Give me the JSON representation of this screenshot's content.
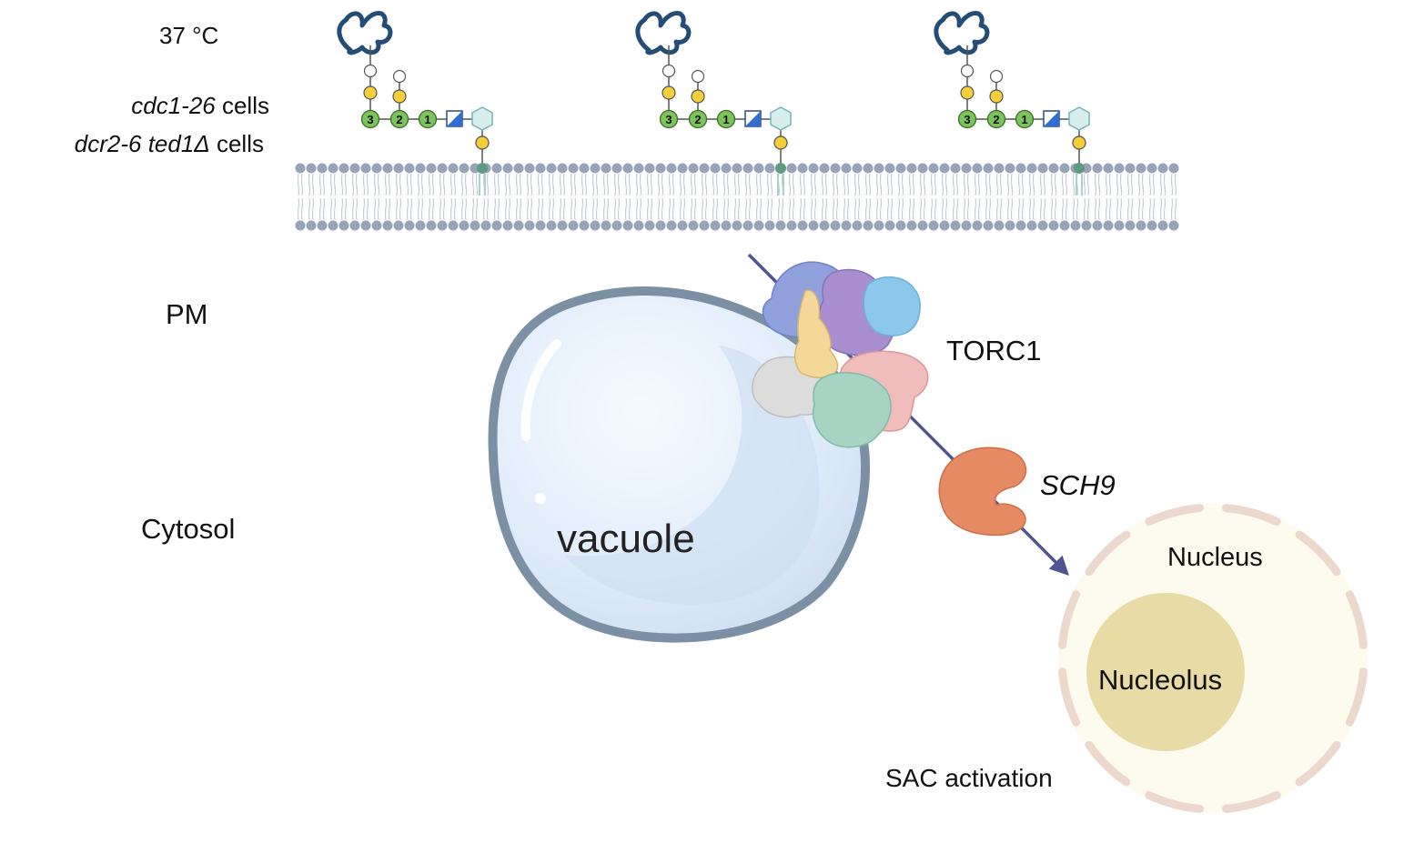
{
  "labels": {
    "temperature": "37 °C",
    "strain1_name": "cdc1-26",
    "strain1_suffix": " cells",
    "strain2_name": "dcr2-6 ted1Δ",
    "strain2_suffix": " cells",
    "pm": "PM",
    "cytosol": "Cytosol",
    "vacuole": "vacuole",
    "torc1": "TORC1",
    "sch9": "SCH9",
    "nucleus": "Nucleus",
    "nucleolus": "Nucleolus",
    "sac": "SAC activation"
  },
  "gpi_anchor": {
    "mannose_numbers": [
      "3",
      "2",
      "1"
    ],
    "count": 3
  },
  "colors": {
    "membrane_head": "#99a3b8",
    "mannose": "#7cc35a",
    "ethanolamine_phosphate": "#f5cf3a",
    "vacuole_edge": "#7b8fa5",
    "vacuole_fill": "#dde9f8",
    "arrow": "#4f5591",
    "sch9": "#e68a63",
    "nucleus_fill": "#fdfaee",
    "nucleus_envelope": "#ecd8cc",
    "nucleolus": "#e9dba6",
    "protein": "#234d77"
  }
}
